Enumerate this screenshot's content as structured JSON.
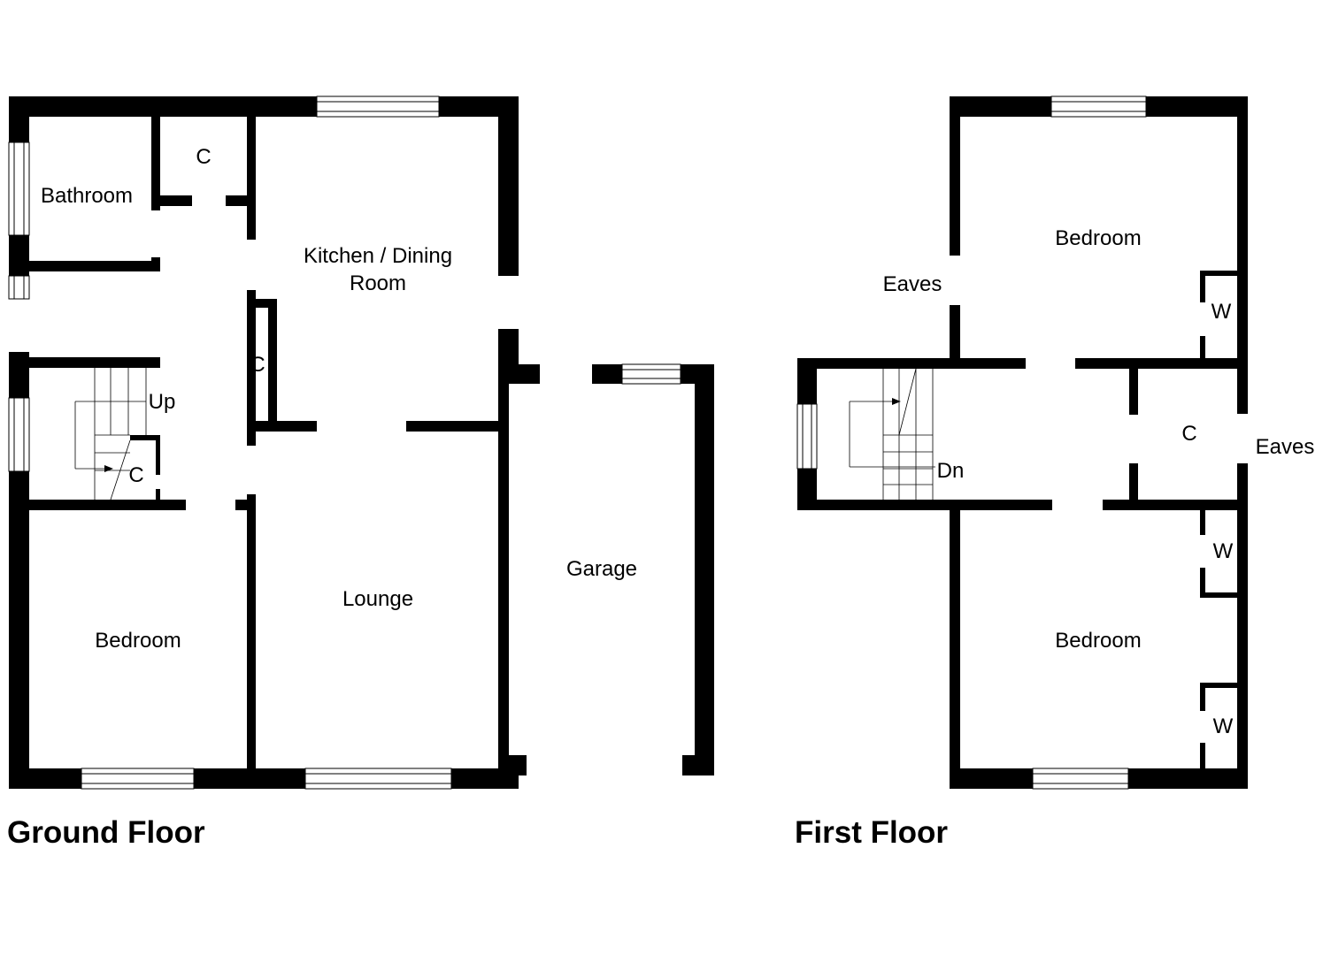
{
  "floors": [
    {
      "id": "ground",
      "title": "Ground Floor",
      "rooms": {
        "bathroom": "Bathroom",
        "cupboard_top": "C",
        "kitchen_line1": "Kitchen / Dining",
        "kitchen_line2": "Room",
        "cupboard_hall": "C",
        "stairs_up": "Up",
        "cupboard_stairs": "C",
        "bedroom": "Bedroom",
        "lounge": "Lounge",
        "garage": "Garage"
      }
    },
    {
      "id": "first",
      "title": "First Floor",
      "rooms": {
        "bedroom_top": "Bedroom",
        "eaves_left": "Eaves",
        "wardrobe_top": "W",
        "cupboard": "C",
        "eaves_right": "Eaves",
        "stairs_down": "Dn",
        "wardrobe_mid": "W",
        "bedroom_bottom": "Bedroom",
        "wardrobe_bottom": "W"
      }
    }
  ],
  "colors": {
    "wall": "#000000",
    "background": "#ffffff"
  }
}
